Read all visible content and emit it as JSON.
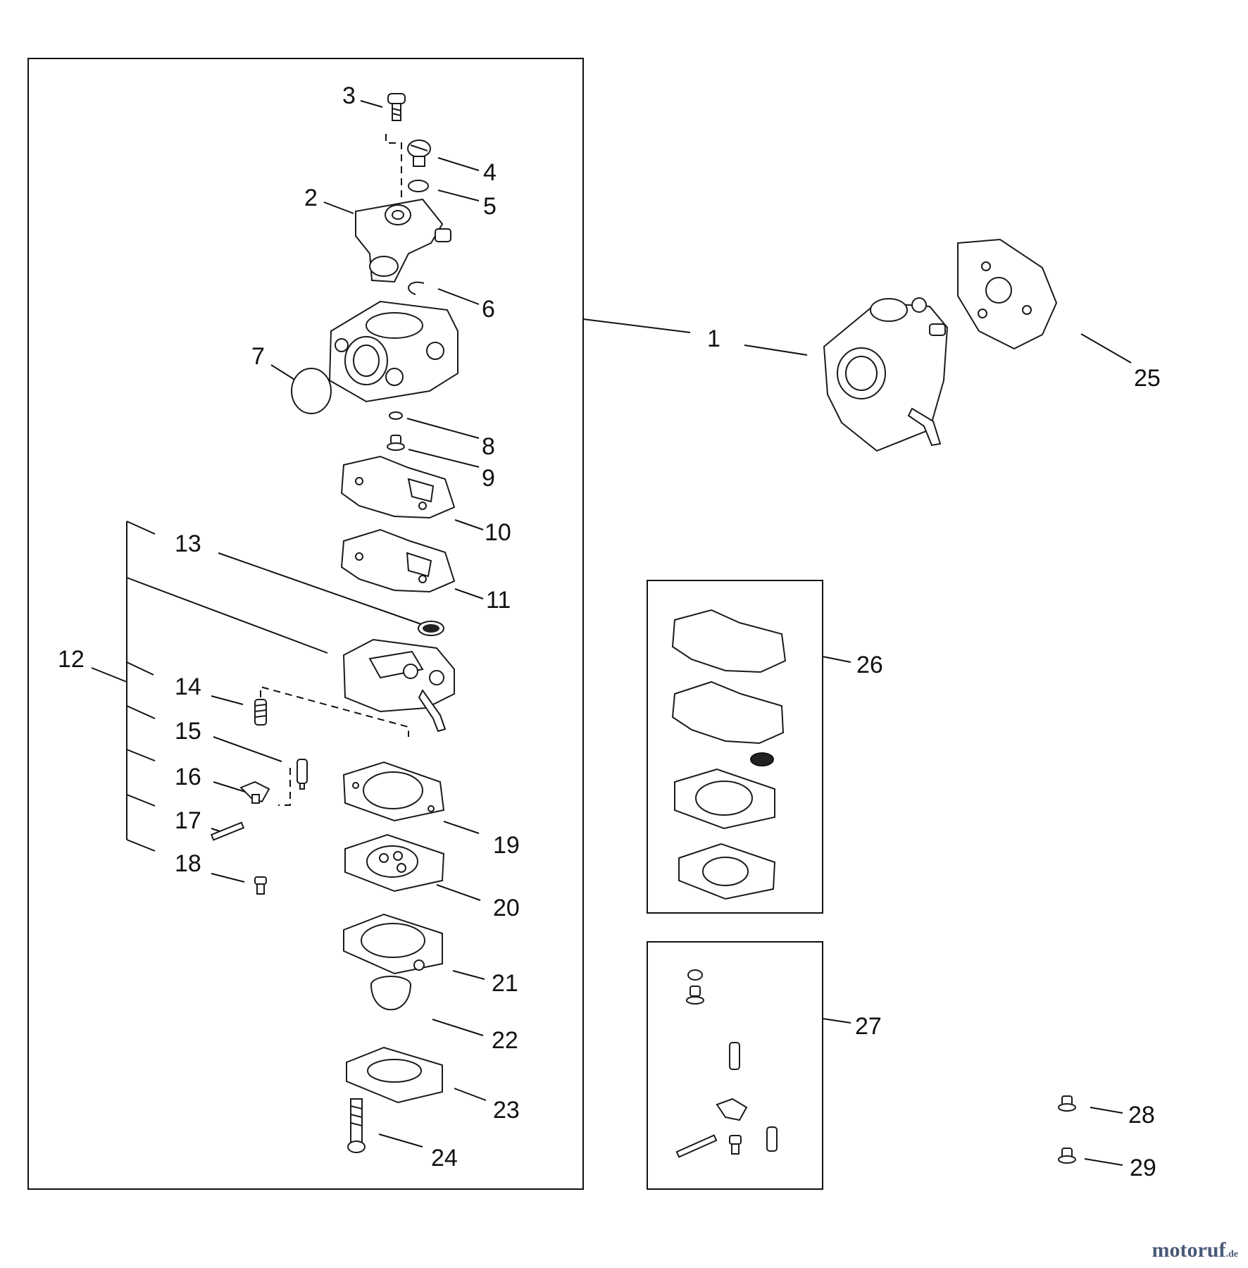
{
  "callouts": [
    "1",
    "2",
    "3",
    "4",
    "5",
    "6",
    "7",
    "8",
    "9",
    "10",
    "11",
    "12",
    "13",
    "14",
    "15",
    "16",
    "17",
    "18",
    "19",
    "20",
    "21",
    "22",
    "23",
    "24",
    "25",
    "26",
    "27",
    "28",
    "29"
  ],
  "watermark": {
    "name": "motoruf",
    "tld": ".de",
    "color": "#4a5a78"
  }
}
